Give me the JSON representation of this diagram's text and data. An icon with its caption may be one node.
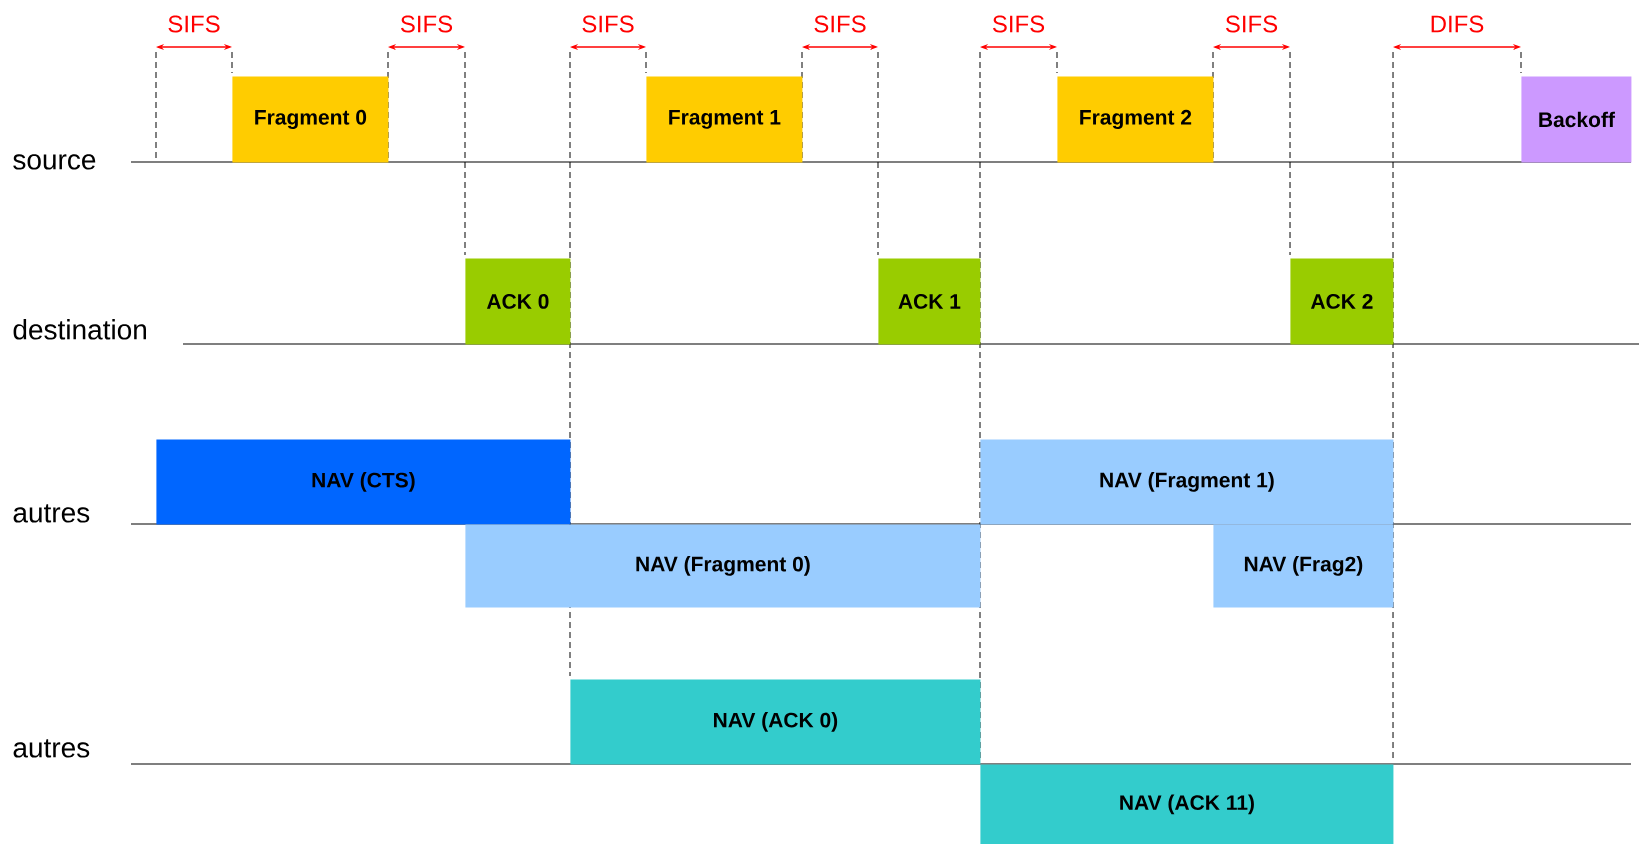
{
  "diagram": {
    "nodes": [
      {
        "text": [
          "Fragment 0"
        ]
      },
      {
        "text": [
          "Fragment 1"
        ]
      },
      {
        "text": [
          "Fragment 2"
        ]
      },
      {
        "text": [
          "Backoff"
        ]
      },
      {
        "text": [
          "ACK 0"
        ]
      },
      {
        "text": [
          "ACK 1"
        ]
      },
      {
        "text": [
          "ACK 2"
        ]
      },
      {
        "text": [
          "NAV (CTS)"
        ]
      },
      {
        "text": [
          "NAV (Fragment 1)"
        ]
      },
      {
        "text": [
          "NAV (Fragment 0)"
        ]
      },
      {
        "text": [
          "NAV (Frag2)"
        ]
      },
      {
        "text": [
          "NAV (ACK 0)"
        ]
      },
      {
        "text": [
          "NAV (ACK 11)"
        ]
      }
    ],
    "labels": [
      "SIFS",
      "SIFS",
      "SIFS",
      "SIFS",
      "SIFS",
      "SIFS",
      "DIFS",
      "source",
      "destination",
      "autres",
      "autres"
    ]
  }
}
